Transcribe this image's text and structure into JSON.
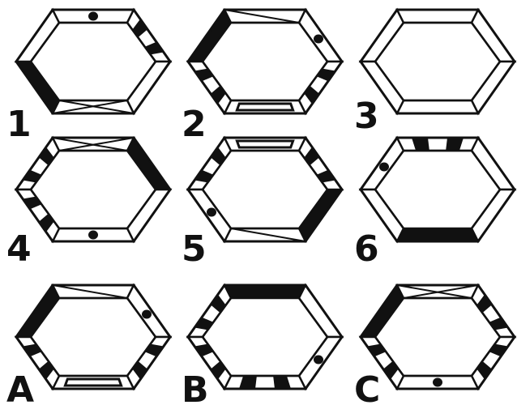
{
  "background": "#ffffff",
  "ink": "#111111",
  "figures": [
    {
      "label": "1",
      "faces": [
        "plain",
        "dot",
        "bars",
        "plain",
        "cross",
        "solid"
      ]
    },
    {
      "label": "2",
      "faces": [
        "solid",
        "diagonal",
        "dot",
        "bars",
        "frame",
        "bars"
      ]
    },
    {
      "label": "3",
      "faces": [
        "plain",
        "plain",
        "plain",
        "plain",
        "plain",
        "plain"
      ]
    },
    {
      "label": "4",
      "faces": [
        "bars",
        "cross",
        "solid",
        "plain",
        "dot",
        "bars"
      ]
    },
    {
      "label": "5",
      "faces": [
        "bars",
        "frame",
        "bars",
        "solid",
        "diagonal",
        "dot"
      ]
    },
    {
      "label": "6",
      "faces": [
        "dot",
        "bars",
        "plain",
        "plain",
        "solid",
        "plain"
      ]
    },
    {
      "label": "A",
      "faces": [
        "solid",
        "diagonal",
        "dot",
        "bars",
        "frame",
        "bars"
      ]
    },
    {
      "label": "B",
      "faces": [
        "bars",
        "solid",
        "plain",
        "dot",
        "bars",
        "bars"
      ]
    },
    {
      "label": "C",
      "faces": [
        "solid",
        "cross",
        "bars",
        "bars",
        "dot",
        "bars"
      ]
    }
  ]
}
